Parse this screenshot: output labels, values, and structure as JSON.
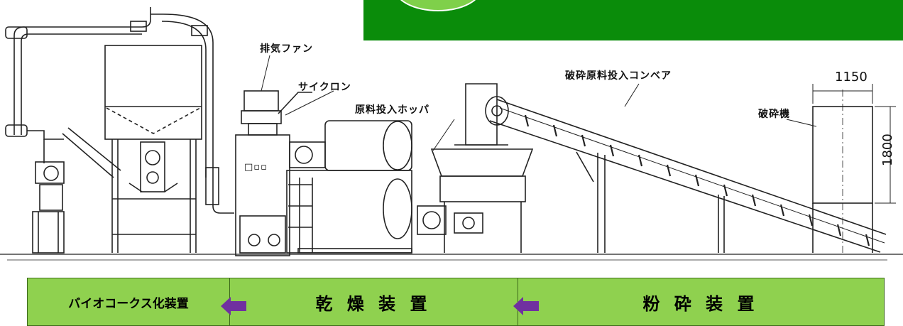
{
  "labels": {
    "fan": "排気ファン",
    "cyclone": "サイクロン",
    "hopper": "原料投入ホッパ",
    "conveyor": "破砕原料投入コンベア",
    "crusher": "破砕機"
  },
  "dimensions": {
    "width": "1150",
    "height": "1800"
  },
  "control_panel": {
    "symbol": "□▫▫"
  },
  "sections": [
    {
      "label": "バイオコークス化装置"
    },
    {
      "label": "乾 燥 装 置"
    },
    {
      "label": "粉 砕 装 置"
    }
  ],
  "colors": {
    "banner": "#0a8c0a",
    "bar": "#8fd14f",
    "arrow": "#7030a0"
  },
  "icons": {
    "flow_arrow": "arrow-left-icon"
  }
}
